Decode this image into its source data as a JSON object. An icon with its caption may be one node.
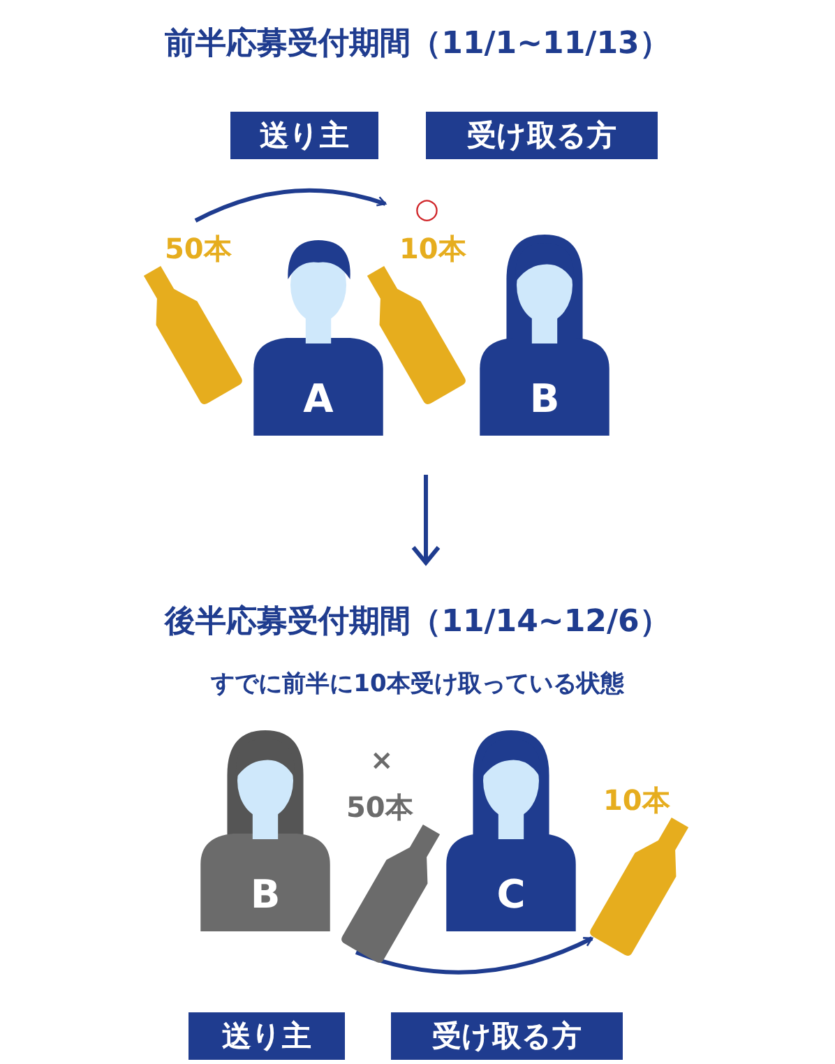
{
  "diagram": {
    "title": "前半応募受付期間（11/1~11/13）",
    "nodes": [
      {
        "text": [
          "送り主"
        ]
      },
      {
        "text": [
          "受け取る方"
        ]
      },
      {
        "text": [],
        "shape": "bottle",
        "beside": [
          "50本"
        ]
      },
      {
        "text": [
          "A"
        ]
      },
      {
        "text": [],
        "shape": "bottle",
        "beside": [
          "○",
          "10本"
        ]
      },
      {
        "text": [
          "B"
        ]
      },
      {
        "text": [
          "B"
        ]
      },
      {
        "text": [],
        "shape": "bottle",
        "beside": [
          "×",
          "50本"
        ]
      },
      {
        "text": [
          "C"
        ]
      },
      {
        "text": [],
        "shape": "bottle",
        "beside": [
          "10本"
        ]
      },
      {
        "text": [
          "送り主"
        ]
      },
      {
        "text": [
          "受け取る方"
        ]
      }
    ],
    "edges": [
      {
        "from": 2,
        "to": 4,
        "arrow": "to"
      },
      {
        "from": 7,
        "to": 9,
        "arrow": "to"
      }
    ],
    "labels": [
      "後半応募受付期間（11/14~12/6）",
      "すでに前半に10本受け取っている状態"
    ]
  }
}
